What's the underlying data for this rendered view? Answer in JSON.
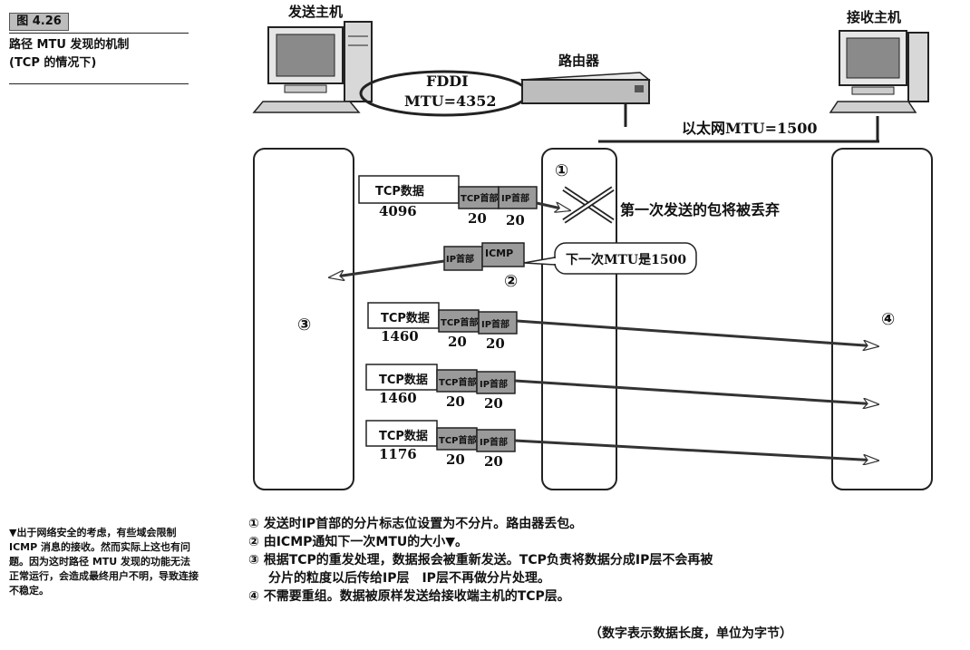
{
  "figure": {
    "tag": "图 4.26",
    "title_line1": "路径 MTU 发现的机制",
    "title_line2": "(TCP 的情况下)"
  },
  "hosts": {
    "sender": "发送主机",
    "receiver": "接收主机",
    "router": "路由器"
  },
  "links": {
    "fddi_name": "FDDI",
    "fddi_mtu": "MTU=4352",
    "ethernet": "以太网MTU=1500"
  },
  "markers": {
    "m1": "①",
    "m2": "②",
    "m3": "③",
    "m4": "④"
  },
  "drop_label": "第一次发送的包将被丢弃",
  "icmp_bubble": "下一次MTU是1500",
  "packet_first": {
    "data": "TCP数据",
    "tcp": "TCP首部",
    "ip": "IP首部",
    "data_len": "4096",
    "tcp_len": "20",
    "ip_len": "20"
  },
  "icmp_packet": {
    "ip": "IP首部",
    "icmp": "ICMP"
  },
  "packets": [
    {
      "data": "TCP数据",
      "tcp": "TCP首部",
      "ip": "IP首部",
      "data_len": "1460",
      "tcp_len": "20",
      "ip_len": "20"
    },
    {
      "data": "TCP数据",
      "tcp": "TCP首部",
      "ip": "IP首部",
      "data_len": "1460",
      "tcp_len": "20",
      "ip_len": "20"
    },
    {
      "data": "TCP数据",
      "tcp": "TCP首部",
      "ip": "IP首部",
      "data_len": "1176",
      "tcp_len": "20",
      "ip_len": "20"
    }
  ],
  "notes": {
    "n1": "① 发送时IP首部的分片标志位设置为不分片。路由器丢包。",
    "n2": "② 由ICMP通知下一次MTU的大小▼。",
    "n3a": "③ 根据TCP的重发处理，数据报会被重新发送。TCP负责将数据分成IP层不会再被",
    "n3b": "分片的粒度以后传给IP层　IP层不再做分片处理。",
    "n4": "④ 不需要重组。数据被原样发送给接收端主机的TCP层。"
  },
  "sidenote": "▼出于网络安全的考虑，有些域会限制 ICMP 消息的接收。然而实际上这也有问题。因为这时路径 MTU 发现的功能无法正常运行，会造成最终用户不明，导致连接不稳定。",
  "footer": "（数字表示数据长度，单位为字节）",
  "colors": {
    "header_fill": "#9a9a9a",
    "panel_stroke": "#222222",
    "arrow": "#333333"
  }
}
